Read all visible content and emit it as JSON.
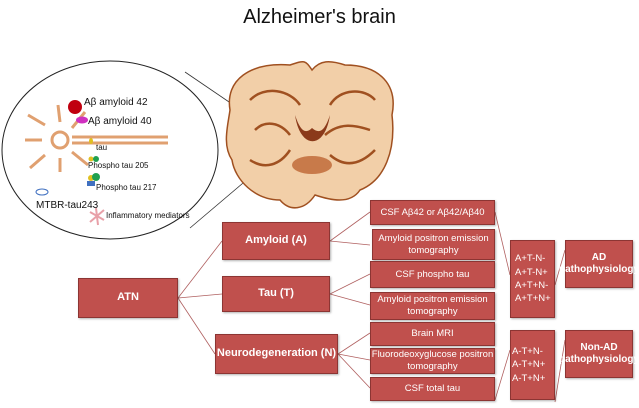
{
  "title": "Alzheimer's brain",
  "inset": {
    "labels": [
      "Aβ amyloid 42",
      "Aβ amyloid 40",
      "tau",
      "Phospho  tau 205",
      "Phospho  tau 217",
      "MTBR-tau243",
      "Inflammatory mediators"
    ]
  },
  "root": "ATN",
  "categories": [
    "Amyloid (A)",
    "Tau (T)",
    "Neurodegeneration (N)"
  ],
  "biomarkers": [
    "CSF Aβ42 or Aβ42/Aβ40",
    "Amyloid positron emission tomography",
    "CSF phospho tau",
    "Amyloid positron emission tomography",
    "Brain MRI",
    "Fluorodeoxyglucose positron tomography",
    "CSF total tau"
  ],
  "profiles_ad": [
    "A+T-N-",
    "A+T-N+",
    "A+T+N-",
    "A+T+N+"
  ],
  "profiles_non_ad": [
    "A-T+N-",
    "A-T+N+",
    "A-T+N+"
  ],
  "outcomes": [
    "AD pathophysiology",
    "Non-AD pathophysiology"
  ],
  "colors": {
    "box": "#c0504d",
    "line": "#b06060",
    "neuron": "#e0a070"
  }
}
